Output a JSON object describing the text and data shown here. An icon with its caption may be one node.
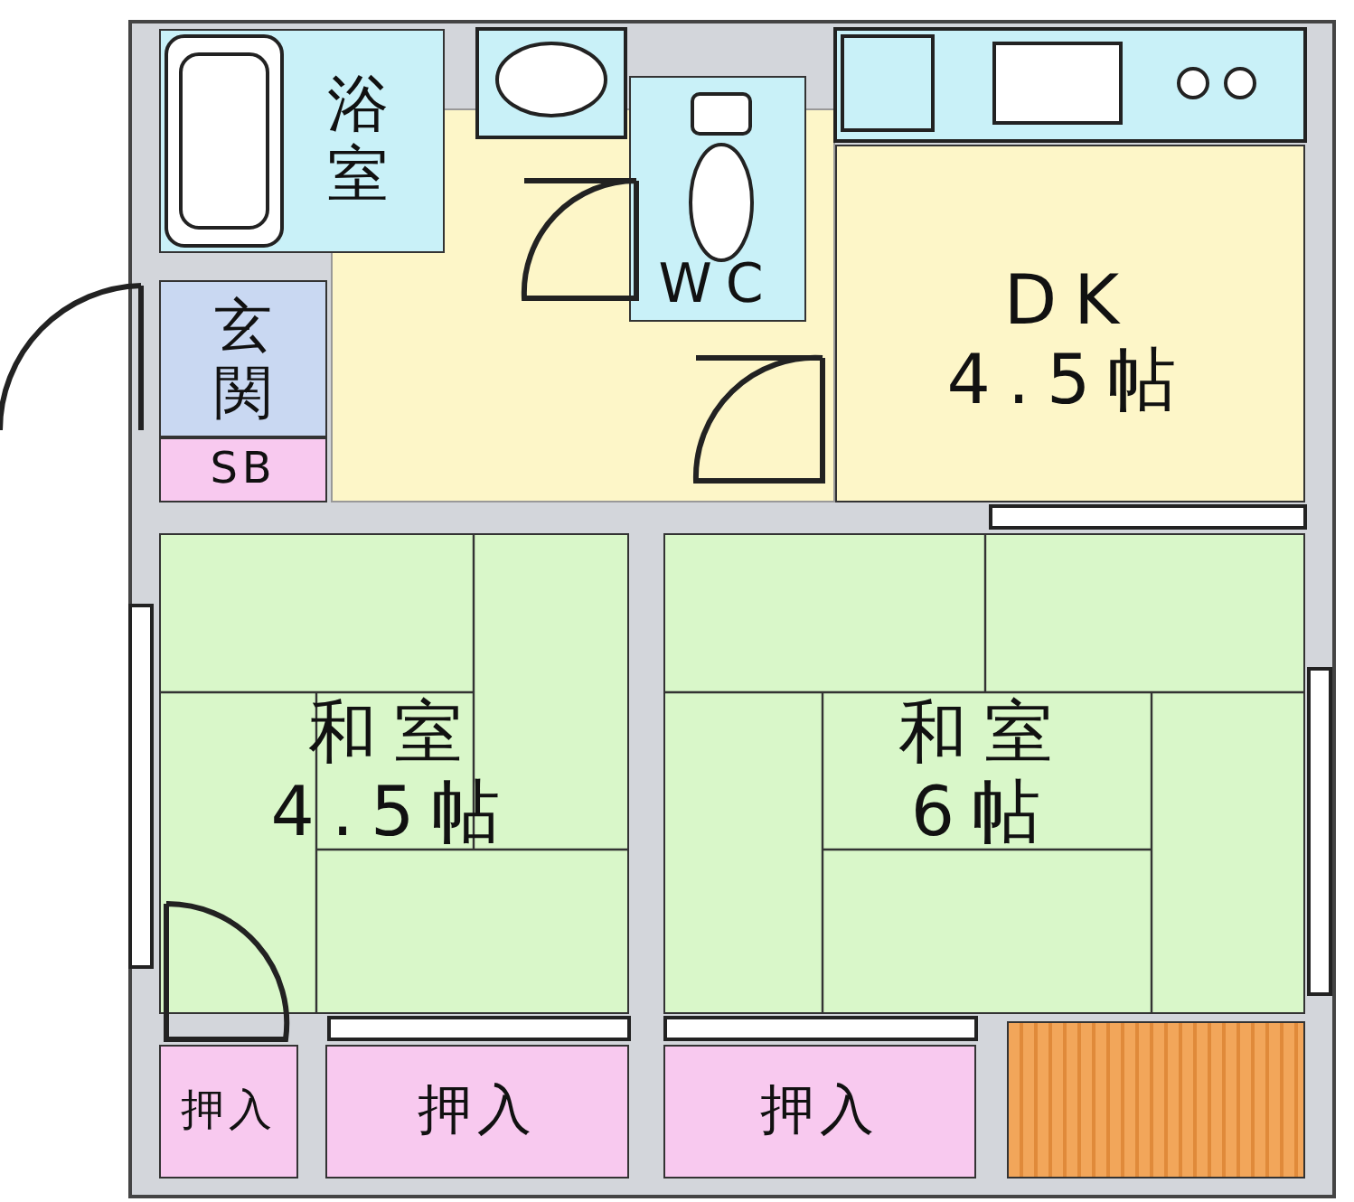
{
  "diagram": {
    "nodes": [
      {
        "text": [
          "浴室"
        ]
      },
      {
        "text": [
          "WC"
        ]
      },
      {
        "text": [
          "DK",
          "4.5帖"
        ]
      },
      {
        "text": [
          "玄関"
        ]
      },
      {
        "text": [
          "SB"
        ]
      },
      {
        "text": [
          "和室",
          "4.5帖"
        ]
      },
      {
        "text": [
          "和室",
          "6帖"
        ]
      },
      {
        "text": [
          "押入"
        ]
      },
      {
        "text": [
          "押入"
        ]
      },
      {
        "text": [
          "押入"
        ]
      },
      {
        "text": [],
        "shape": "box"
      }
    ],
    "edges": []
  }
}
